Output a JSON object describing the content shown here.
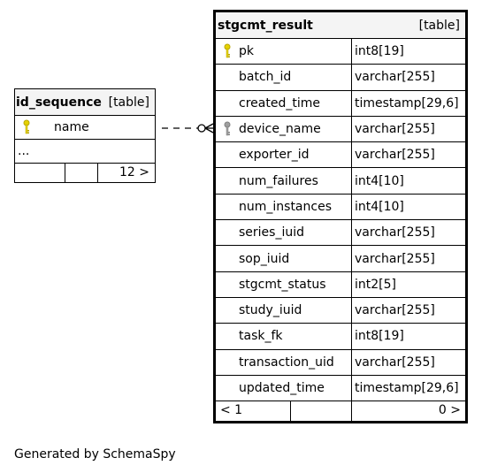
{
  "left_table": {
    "name": "id_sequence",
    "kind": "[table]",
    "columns": [
      {
        "name": "name",
        "key": "primary"
      }
    ],
    "more": "...",
    "children": "",
    "parents": "",
    "count": "12 >",
    "key_color": "#e6d200"
  },
  "right_table": {
    "name": "stgcmt_result",
    "kind": "[table]",
    "columns": [
      {
        "name": "pk",
        "type": "int8[19]",
        "key": "primary"
      },
      {
        "name": "batch_id",
        "type": "varchar[255]",
        "key": ""
      },
      {
        "name": "created_time",
        "type": "timestamp[29,6]",
        "key": ""
      },
      {
        "name": "device_name",
        "type": "varchar[255]",
        "key": "foreign"
      },
      {
        "name": "exporter_id",
        "type": "varchar[255]",
        "key": ""
      },
      {
        "name": "num_failures",
        "type": "int4[10]",
        "key": ""
      },
      {
        "name": "num_instances",
        "type": "int4[10]",
        "key": ""
      },
      {
        "name": "series_iuid",
        "type": "varchar[255]",
        "key": ""
      },
      {
        "name": "sop_iuid",
        "type": "varchar[255]",
        "key": ""
      },
      {
        "name": "stgcmt_status",
        "type": "int2[5]",
        "key": ""
      },
      {
        "name": "study_iuid",
        "type": "varchar[255]",
        "key": ""
      },
      {
        "name": "task_fk",
        "type": "int8[19]",
        "key": ""
      },
      {
        "name": "transaction_uid",
        "type": "varchar[255]",
        "key": ""
      },
      {
        "name": "updated_time",
        "type": "timestamp[29,6]",
        "key": ""
      }
    ],
    "parents": "< 1",
    "children": "0 >",
    "primary_key_color": "#e6d200",
    "foreign_key_color": "#a0a0a0"
  },
  "relationship": {
    "from": "id_sequence.name",
    "to": "stgcmt_result.device_name",
    "style": "dashed"
  },
  "footer": {
    "generated_by": "Generated by SchemaSpy"
  }
}
